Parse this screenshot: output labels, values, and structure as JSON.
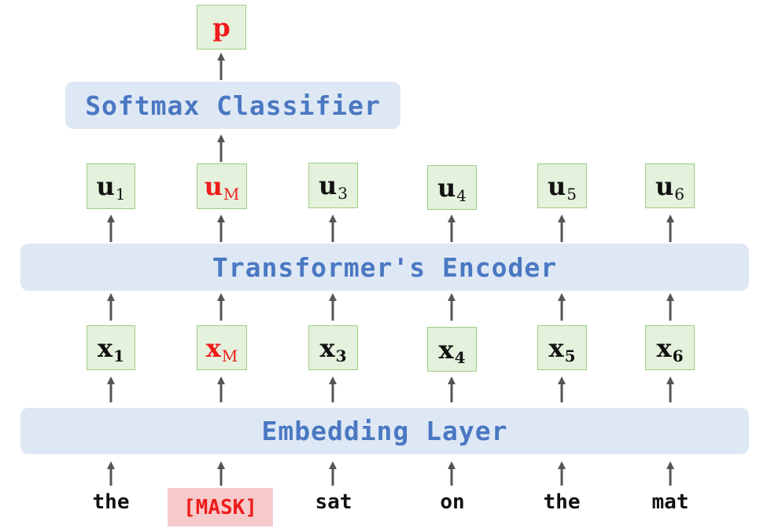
{
  "output": {
    "label": "p"
  },
  "softmax": {
    "label": "Softmax Classifier"
  },
  "encoder": {
    "label": "Transformer's Encoder"
  },
  "embedding": {
    "label": "Embedding Layer"
  },
  "outputs": [
    {
      "base": "u",
      "sub": "1",
      "masked": false
    },
    {
      "base": "u",
      "sub": "M",
      "masked": true
    },
    {
      "base": "u",
      "sub": "3",
      "masked": false
    },
    {
      "base": "u",
      "sub": "4",
      "masked": false
    },
    {
      "base": "u",
      "sub": "5",
      "masked": false
    },
    {
      "base": "u",
      "sub": "6",
      "masked": false
    }
  ],
  "embeddings": [
    {
      "base": "x",
      "sub": "1",
      "masked": false
    },
    {
      "base": "x",
      "sub": "M",
      "masked": true
    },
    {
      "base": "x",
      "sub": "3",
      "masked": false
    },
    {
      "base": "x",
      "sub": "4",
      "masked": false
    },
    {
      "base": "x",
      "sub": "5",
      "masked": false
    },
    {
      "base": "x",
      "sub": "6",
      "masked": false
    }
  ],
  "tokens": [
    "the",
    "[MASK]",
    "sat",
    "on",
    "the",
    "mat"
  ],
  "colors": {
    "bar_fill": "#dee8f5",
    "bar_text": "#4a78c2",
    "box_fill": "#e4f1dc",
    "box_border": "#9ccd84",
    "highlight": "#ee1c1c",
    "mask_fill": "#f6caca",
    "arrow": "#555555"
  }
}
